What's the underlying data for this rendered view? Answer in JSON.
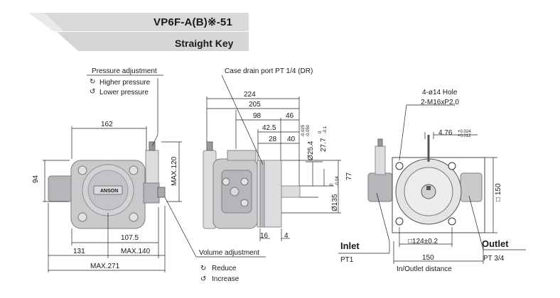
{
  "title": "VP6F-A(B)※-51",
  "subtitle": "Straight Key",
  "left_view": {
    "brand": "ANSON",
    "pressure_adjustment": "Pressure adjustment",
    "higher_pressure": "Higher pressure",
    "lower_pressure": "Lower pressure",
    "volume_adjustment": "Volume adjustment",
    "reduce": "Reduce",
    "increase": "Increase",
    "dim_162": "162",
    "dim_94": "94",
    "dim_max120": "MAX.120",
    "dim_107_5": "107.5",
    "dim_131": "131",
    "dim_max140": "MAX.140",
    "dim_max271": "MAX.271"
  },
  "middle_view": {
    "case_drain": "Case drain port PT 1/4 (DR)",
    "dim_224": "224",
    "dim_205": "205",
    "dim_98": "98",
    "dim_46": "46",
    "dim_42_5": "42.5",
    "dim_28": "28",
    "dim_40": "40",
    "dim_25_4": "Ø25.4",
    "tol_25_4_top": "-0.025",
    "tol_25_4_bot": "-0.050",
    "dim_27_7": "27.7",
    "tol_27_7_top": "0",
    "tol_27_7_bot": "-0.1",
    "dim_77": "77",
    "dim_135": "Ø135",
    "tol_135_top": "0",
    "tol_135_bot": "-0.04",
    "dim_16": "16",
    "dim_4": "4"
  },
  "right_view": {
    "hole": "4-ø14 Hole",
    "thread": "2-M16xP2.0",
    "dim_4_76": "4.76",
    "tol_4_76_top": "+0.024",
    "tol_4_76_bot": "+0.012",
    "dim_150_v": "□ 150",
    "dim_124": "□124±0.2",
    "dim_150_h": "150",
    "inlet": "Inlet",
    "inlet_port": "PT1",
    "outlet": "Outlet",
    "outlet_port": "PT 3/4",
    "inout_distance": "In/Outlet distance"
  }
}
